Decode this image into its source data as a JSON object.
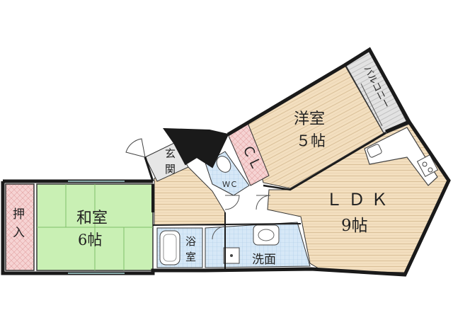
{
  "rooms": {
    "western_room": {
      "name": "洋室",
      "size": "５帖"
    },
    "closet": {
      "name": "ＣＬ"
    },
    "balcony": {
      "name": "バルコニー"
    },
    "entrance": {
      "name_top": "玄",
      "name_bottom": "関"
    },
    "toilet": {
      "name": "ＷＣ"
    },
    "ldk": {
      "name": "ＬＤＫ",
      "size": "9帖"
    },
    "japanese_room": {
      "name": "和室",
      "size": "6帖"
    },
    "oshiire": {
      "name_top": "押",
      "name_bottom": "入"
    },
    "bathroom": {
      "name_top": "浴",
      "name_bottom": "室"
    },
    "washroom": {
      "name": "洗面"
    }
  },
  "colors": {
    "wood_floor": "#f3dfbf",
    "tatami": "#c9f0b4",
    "closet_pink": "#f6d3d3",
    "wet_area_blue": "#d6e8f7",
    "balcony_gray": "#dcdcdc",
    "wall": "#1a1a1a"
  }
}
